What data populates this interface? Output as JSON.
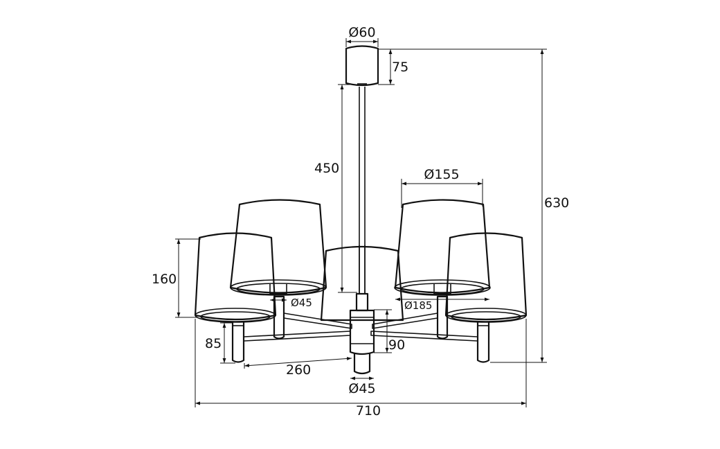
{
  "drawing": {
    "subject": "five-arm chandelier technical drawing",
    "units": "mm",
    "line_color": "#111111",
    "background": "#ffffff",
    "dimensions": {
      "canopy_diameter": "Ø60",
      "canopy_height": "75",
      "rod_length": "450",
      "total_height": "630",
      "shade_top_diameter": "Ø155",
      "shade_bottom_diameter": "Ø185",
      "shade_height": "160",
      "cup_diameter": "Ø45",
      "candle_height": "85",
      "arm_reach": "260",
      "hub_height": "90",
      "hub_diameter": "Ø45",
      "total_width": "710"
    }
  }
}
